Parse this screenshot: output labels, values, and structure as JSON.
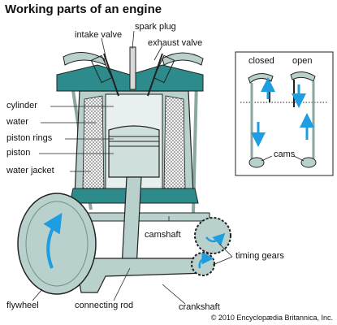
{
  "title": "Working parts of an engine",
  "labels": {
    "intake_valve": "intake valve",
    "spark_plug": "spark plug",
    "exhaust_valve": "exhaust valve",
    "cylinder": "cylinder",
    "water": "water",
    "piston_rings": "piston rings",
    "piston": "piston",
    "water_jacket": "water jacket",
    "camshaft": "camshaft",
    "timing_gears": "timing gears",
    "flywheel": "flywheel",
    "connecting_rod": "connecting rod",
    "crankshaft": "crankshaft"
  },
  "inset": {
    "closed": "closed",
    "open": "open",
    "cams": "cams"
  },
  "credit": "© 2010 Encyclopædia Britannica, Inc.",
  "colors": {
    "metal": "#b9d1cc",
    "metal_dark": "#6f8f89",
    "teal": "#2e8b8b",
    "arrow": "#1e9de0",
    "line": "#222222"
  }
}
